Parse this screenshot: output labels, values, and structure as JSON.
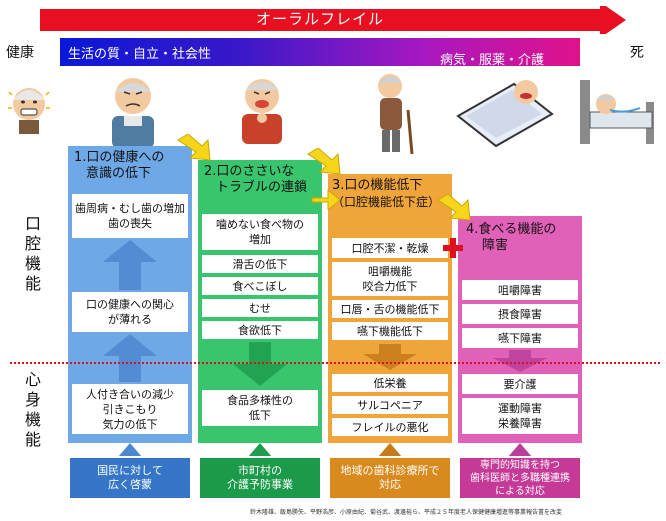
{
  "header": {
    "title": "オーラルフレイル",
    "start_label": "健康",
    "end_label": "死",
    "band_left": "生活の質・自立・社会性",
    "band_right": "病気・服薬・介護"
  },
  "side_labels": {
    "oral": [
      "口",
      "腔",
      "機",
      "能"
    ],
    "mind_body": [
      "心",
      "身",
      "機",
      "能"
    ]
  },
  "columns": [
    {
      "head": [
        "1.口の健康への",
        "意識の低下"
      ],
      "oral_items": [
        "歯周病・むし歯の増加",
        "歯の喪失"
      ],
      "mid_item": [
        "口の健康への関心",
        "が薄れる"
      ],
      "body_item": [
        "人付き合いの減少",
        "引きこもり",
        "気力の低下"
      ],
      "bottom": [
        "国民に対して",
        "広く啓蒙"
      ],
      "color": "#6fa8e6"
    },
    {
      "head": [
        "2.口のささいな",
        "トラブルの連鎖"
      ],
      "oral_items": [
        [
          "噛めない食べ物の",
          "増加"
        ],
        [
          "滑舌の低下"
        ],
        [
          "食べこぼし"
        ],
        [
          "むせ"
        ],
        [
          "食欲低下"
        ]
      ],
      "body_item": [
        "食品多様性の",
        "低下"
      ],
      "bottom": [
        "市町村の",
        "介護予防事業"
      ],
      "color": "#39c46e"
    },
    {
      "head": [
        "3.口の機能低下",
        "（口腔機能低下症）"
      ],
      "oral_items": [
        [
          "口腔不潔・乾燥"
        ],
        [
          "咀嚼機能",
          "咬合力低下"
        ],
        [
          "口唇・舌の機能低下"
        ],
        [
          "嚥下機能低下"
        ]
      ],
      "body_items": [
        "低栄養",
        "サルコペニア",
        "フレイルの悪化"
      ],
      "bottom": [
        "地域の歯科診療所で",
        "対応"
      ],
      "color": "#f0a53a"
    },
    {
      "head": [
        "4.食べる機能の",
        "障害"
      ],
      "oral_items": [
        "咀嚼障害",
        "摂食障害",
        "嚥下障害"
      ],
      "body_items": [
        [
          "要介護"
        ],
        [
          "運動障害",
          "栄養障害"
        ]
      ],
      "bottom": [
        "専門的知識を持つ",
        "歯科医師と多職種連携",
        "による対応"
      ],
      "color": "#e261b8"
    }
  ],
  "credit": "鈴木隆雄、飯島勝矢、平野浩彦、小原由紀、菊谷武、渡邊裕ら、平成２５年度老人保健健康増進等事業報告書を改変",
  "icons": [
    "smiling-elderly-icon",
    "worried-elderly-icon",
    "eating-elderly-icon",
    "walking-cane-elderly-icon",
    "sick-in-bed-icon",
    "hospital-bed-icon",
    "arrow-down-icon",
    "arrow-up-icon",
    "arrow-diagonal-icon",
    "plus-icon"
  ]
}
